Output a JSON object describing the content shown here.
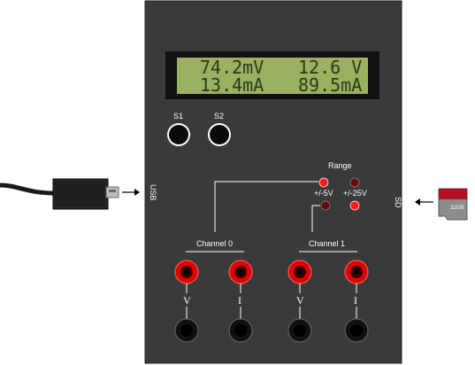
{
  "colors": {
    "panel": "#3a3a3a",
    "lcd_bezel": "#111111",
    "lcd_screen": "#9cb062",
    "lcd_text": "#2a3a16",
    "led_on": "#ff1a1a",
    "led_off": "#6b0a0a",
    "jack_red": "#e00000",
    "jack_black": "#111111"
  },
  "lcd": {
    "row1_left": "74.2mV",
    "row1_right": "12.6 V",
    "row2_left": "13.4mA",
    "row2_right": "89.5mA"
  },
  "buttons": {
    "s1": "S1",
    "s2": "S2"
  },
  "range": {
    "title": "Range",
    "low": "+/-5V",
    "high": "+/-25V"
  },
  "channels": {
    "ch0": "Channel 0",
    "ch1": "Channel 1"
  },
  "jacks": {
    "v": "V",
    "i": "I"
  },
  "ports": {
    "usb": "USB",
    "sd": "SD"
  },
  "sd_card": {
    "capacity": "32GB"
  },
  "icons": [
    "usb-cable-icon",
    "sd-card-icon",
    "arrow-right-icon",
    "arrow-left-icon"
  ]
}
